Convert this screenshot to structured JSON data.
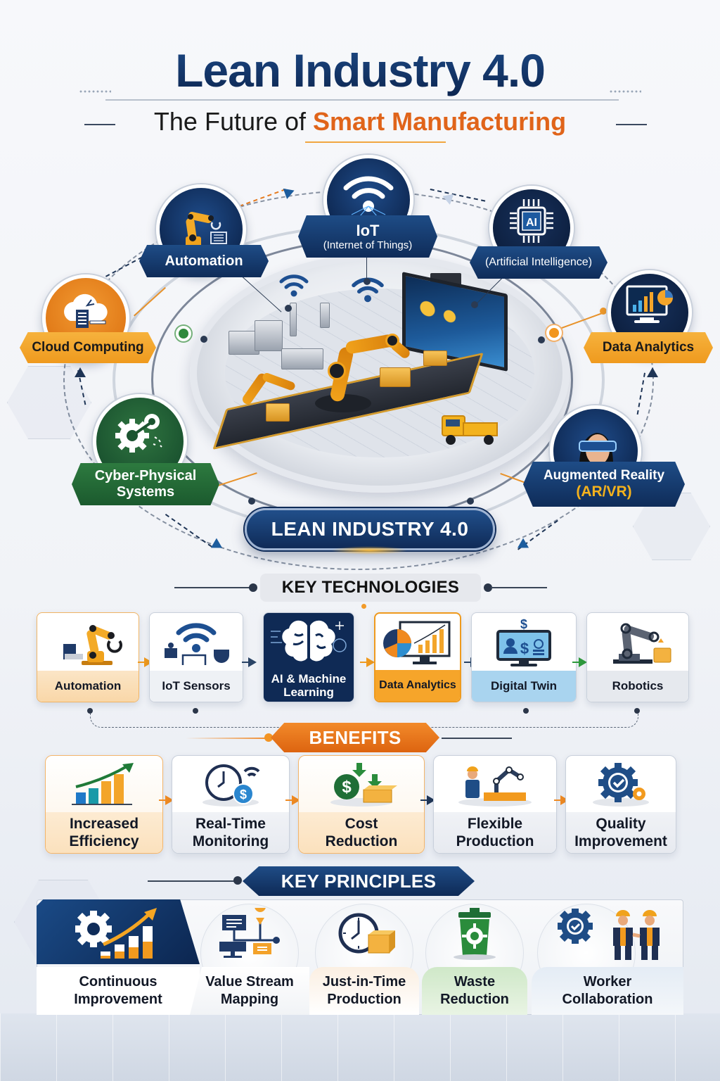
{
  "header": {
    "title": "Lean Industry 4.0",
    "subtitle_prefix": "The Future of ",
    "subtitle_accent": "Smart Manufacturing"
  },
  "colors": {
    "navy": "#0f2c59",
    "orange": "#e0641a",
    "amber": "#ef9a1e",
    "green": "#1b5a2e",
    "light_blue": "#a9d4ef"
  },
  "hub": {
    "center_label": "LEAN INDUSTRY 4.0",
    "nodes": [
      {
        "id": "automation",
        "label": "Automation",
        "icon": "robot-arm-icon",
        "color": "navy"
      },
      {
        "id": "iot",
        "label": "IoT",
        "sublabel": "(Internet of Things)",
        "icon": "wifi-icon",
        "color": "navy"
      },
      {
        "id": "ai",
        "label": "AI",
        "sublabel": "(Artificial Intelligence)",
        "icon": "ai-chip-icon",
        "color": "navy"
      },
      {
        "id": "cloud",
        "label": "Cloud Computing",
        "icon": "cloud-server-icon",
        "color": "orange"
      },
      {
        "id": "data",
        "label": "Data Analytics",
        "icon": "monitor-chart-icon",
        "color": "amber"
      },
      {
        "id": "cps",
        "label": "Cyber-Physical",
        "label2": "Systems",
        "icon": "gears-icon",
        "color": "green"
      },
      {
        "id": "ar",
        "label": "Augmented Reality",
        "label2": "(AR/VR)",
        "icon": "vr-headset-icon",
        "color": "navy"
      }
    ]
  },
  "key_technologies": {
    "heading": "KEY TECHNOLOGIES",
    "items": [
      {
        "label": "Automation",
        "icon": "robot-arm-icon"
      },
      {
        "label": "IoT Sensors",
        "icon": "wifi-sensor-icon"
      },
      {
        "label": "AI & Machine Learning",
        "icon": "brain-icon"
      },
      {
        "label": "Data Analytics",
        "icon": "pie-chart-monitor-icon"
      },
      {
        "label": "Digital Twin",
        "icon": "monitor-dollar-icon"
      },
      {
        "label": "Robotics",
        "icon": "robot-arm-icon"
      }
    ]
  },
  "benefits": {
    "heading": "BENEFITS",
    "items": [
      {
        "label": "Increased\nEfficiency",
        "icon": "growth-bars-icon"
      },
      {
        "label": "Real-Time\nMonitoring",
        "icon": "clock-dollar-icon"
      },
      {
        "label": "Cost\nReduction",
        "icon": "money-bag-down-icon"
      },
      {
        "label": "Flexible\nProduction",
        "icon": "worker-robot-icon"
      },
      {
        "label": "Quality\nImprovement",
        "icon": "gear-check-icon"
      }
    ]
  },
  "key_principles": {
    "heading": "KEY PRINCIPLES",
    "items": [
      {
        "label": "Continuous\nImprovement",
        "icon": "gear-growth-icon"
      },
      {
        "label": "Value Stream\nMapping",
        "icon": "flow-map-icon"
      },
      {
        "label": "Just-in-Time\nProduction",
        "icon": "clock-box-icon"
      },
      {
        "label": "Waste\nReduction",
        "icon": "recycle-bin-icon"
      },
      {
        "label": "Worker\nCollaboration",
        "icon": "workers-gear-icon"
      }
    ]
  }
}
